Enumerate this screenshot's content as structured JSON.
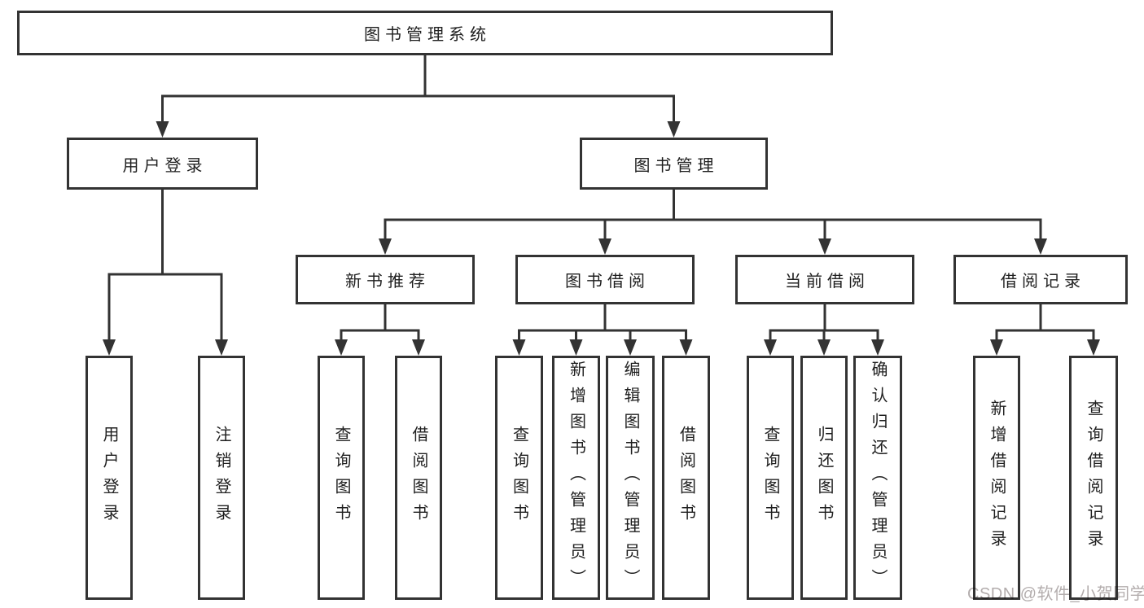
{
  "diagram_type": "tree",
  "root": {
    "label": "图书管理系统"
  },
  "nodes": [
    {
      "label": "用户登录",
      "children": [
        {
          "label": "用户登录"
        },
        {
          "label": "注销登录"
        }
      ]
    },
    {
      "label": "图书管理",
      "children": [
        {
          "label": "新书推荐",
          "children": [
            {
              "label": "查询图书"
            },
            {
              "label": "借阅图书"
            }
          ]
        },
        {
          "label": "图书借阅",
          "children": [
            {
              "label": "查询图书"
            },
            {
              "label": "新增图书（管理员）"
            },
            {
              "label": "编辑图书（管理员）"
            },
            {
              "label": "借阅图书"
            }
          ]
        },
        {
          "label": "当前借阅",
          "children": [
            {
              "label": "查询图书"
            },
            {
              "label": "归还图书"
            },
            {
              "label": "确认归还（管理员）"
            }
          ]
        },
        {
          "label": "借阅记录",
          "children": [
            {
              "label": "新增借阅记录"
            },
            {
              "label": "查询借阅记录"
            }
          ]
        }
      ]
    }
  ],
  "watermark": {
    "text": "CSDN @软件_小贺同学"
  },
  "colors": {
    "line": "#333333",
    "box_border": "#333333",
    "box_background": "#ffffff",
    "text": "#1f1f1f",
    "watermark": "#b3adad",
    "background": "#ffffff"
  }
}
